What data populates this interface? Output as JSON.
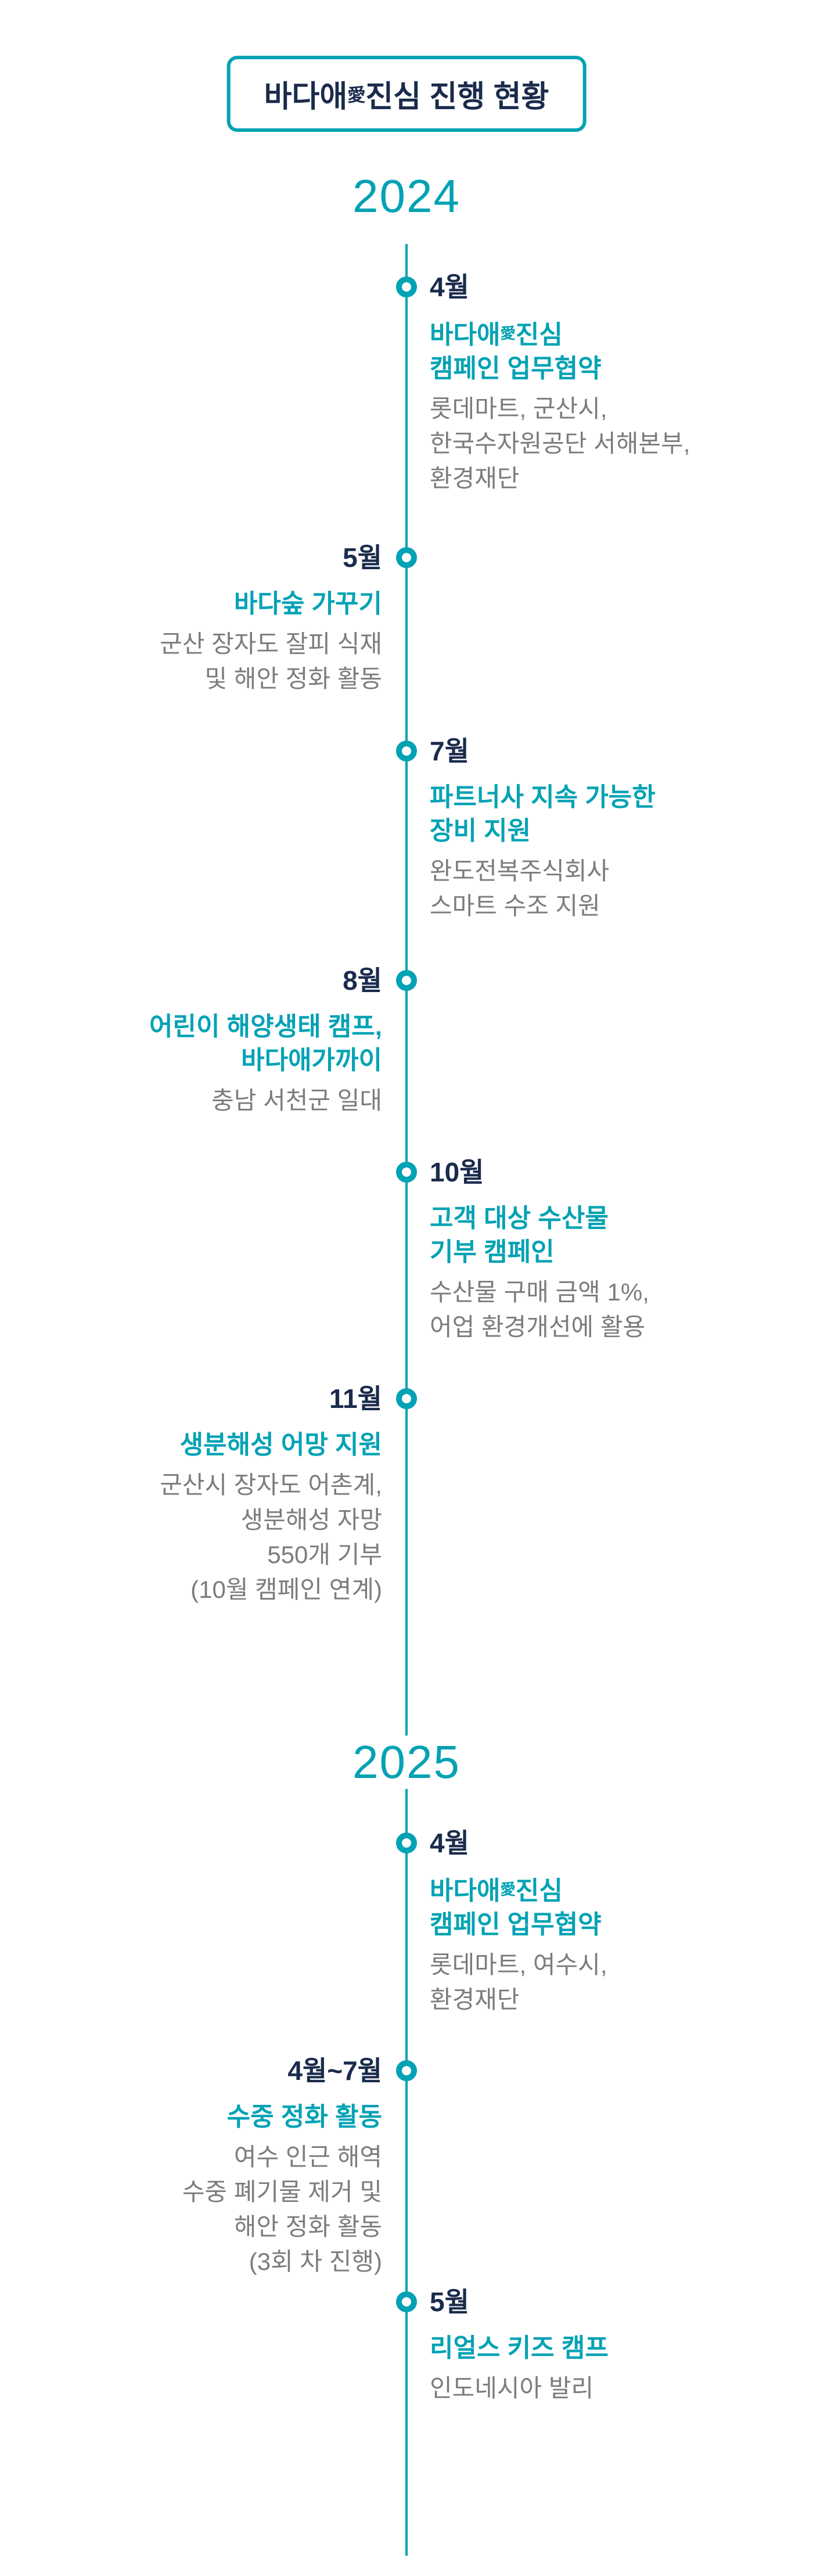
{
  "colors": {
    "teal": "#00a2b4",
    "navy": "#1a2b4c",
    "gray": "#7c7c7c"
  },
  "header": {
    "pre": "바다애",
    "love": "愛",
    "post": "진심 진행 현황"
  },
  "years": {
    "y2024": "2024",
    "y2025": "2025"
  },
  "events": [
    {
      "month": "4월",
      "title_pre": "바다애",
      "title_love": "愛",
      "title_post": "진심",
      "title2": "캠페인 업무협약",
      "body": [
        "롯데마트, 군산시,",
        "한국수자원공단 서해본부,",
        "환경재단"
      ]
    },
    {
      "month": "5월",
      "title1": "바다숲 가꾸기",
      "body": [
        "군산 장자도 잘피 식재",
        "및 해안 정화 활동"
      ]
    },
    {
      "month": "7월",
      "title1": "파트너사 지속 가능한",
      "title2": "장비 지원",
      "body": [
        "완도전복주식회사",
        "스마트 수조 지원"
      ]
    },
    {
      "month": "8월",
      "title1": "어린이 해양생태 캠프,",
      "title2": "바다애가까이",
      "body": [
        "충남 서천군 일대"
      ]
    },
    {
      "month": "10월",
      "title1": "고객 대상 수산물",
      "title2": "기부 캠페인",
      "body": [
        "수산물 구매 금액 1%,",
        "어업 환경개선에 활용"
      ]
    },
    {
      "month": "11월",
      "title1": "생분해성 어망 지원",
      "body": [
        "군산시 장자도 어촌계,",
        "생분해성 자망",
        "550개 기부",
        "(10월 캠페인 연계)"
      ]
    },
    {
      "month": "4월",
      "title_pre": "바다애",
      "title_love": "愛",
      "title_post": "진심",
      "title2": "캠페인 업무협약",
      "body": [
        "롯데마트, 여수시,",
        "환경재단"
      ]
    },
    {
      "month": "4월~7월",
      "title1": "수중 정화 활동",
      "body": [
        "여수 인근 해역",
        "수중 폐기물 제거 및",
        "해안 정화 활동",
        "(3회 차 진행)"
      ]
    },
    {
      "month": "5월",
      "title1": "리얼스 키즈 캠프",
      "body": [
        "인도네시아 발리"
      ]
    }
  ]
}
